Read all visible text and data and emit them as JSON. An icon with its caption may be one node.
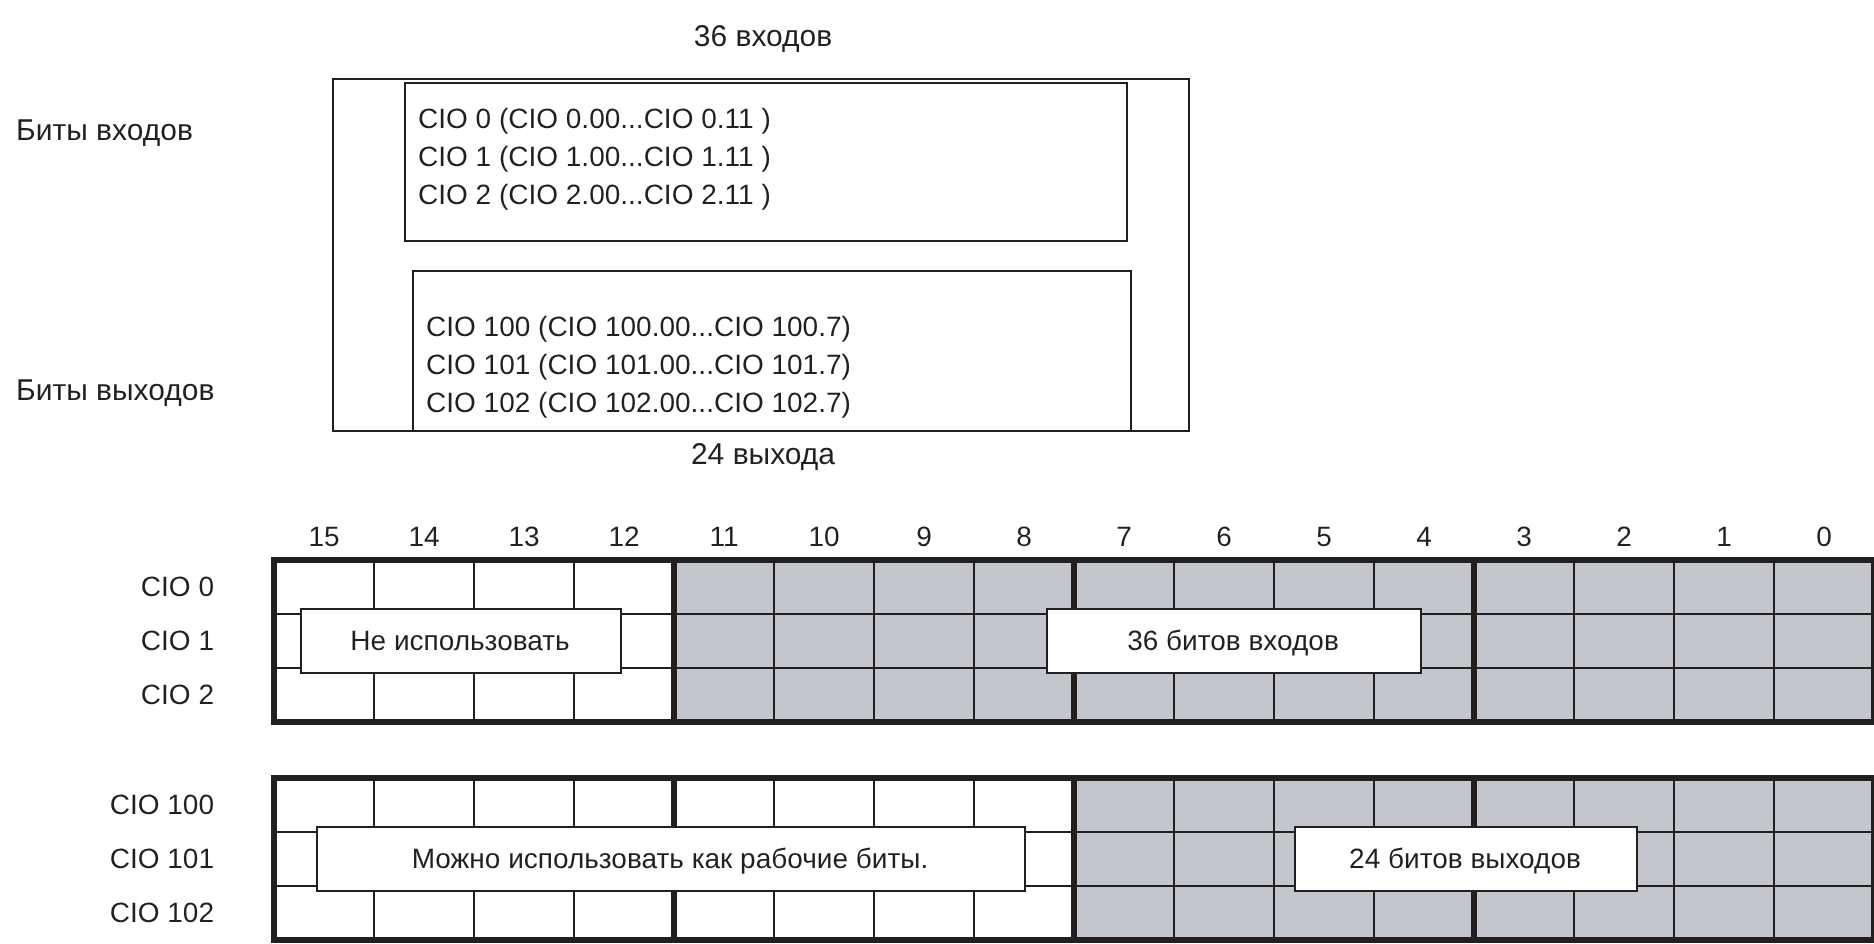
{
  "diagram": {
    "nodes": [
      {
        "text": [
          "36 входов",
          "24 выхода"
        ]
      },
      {
        "text": [
          "CIO 0 (CIO 0.00...CIO 0.11 )",
          "CIO 1 (CIO 1.00...CIO 1.11 )",
          "CIO 2 (CIO 2.00...CIO 2.11 )"
        ],
        "in": 0
      },
      {
        "text": [
          "CIO 100 (CIO 100.00...CIO 100.7)",
          "CIO 101 (CIO 101.00...CIO 101.7)",
          "CIO 102 (CIO 102.00...CIO 102.7)"
        ],
        "in": 0
      },
      {
        "text": [
          "Не использовать"
        ]
      },
      {
        "text": [
          "36 битов входов"
        ]
      },
      {
        "text": [
          "Можно использовать как рабочие биты."
        ]
      },
      {
        "text": [
          "24 битов выходов"
        ]
      }
    ],
    "edges": [],
    "labels": [
      "Биты входов",
      "Биты выходов",
      "15",
      "14",
      "13",
      "12",
      "11",
      "10",
      "9",
      "8",
      "7",
      "6",
      "5",
      "4",
      "3",
      "2",
      "1",
      "0",
      "CIO 0",
      "CIO 1",
      "CIO 2",
      "CIO 100",
      "CIO 101",
      "CIO 102"
    ]
  }
}
